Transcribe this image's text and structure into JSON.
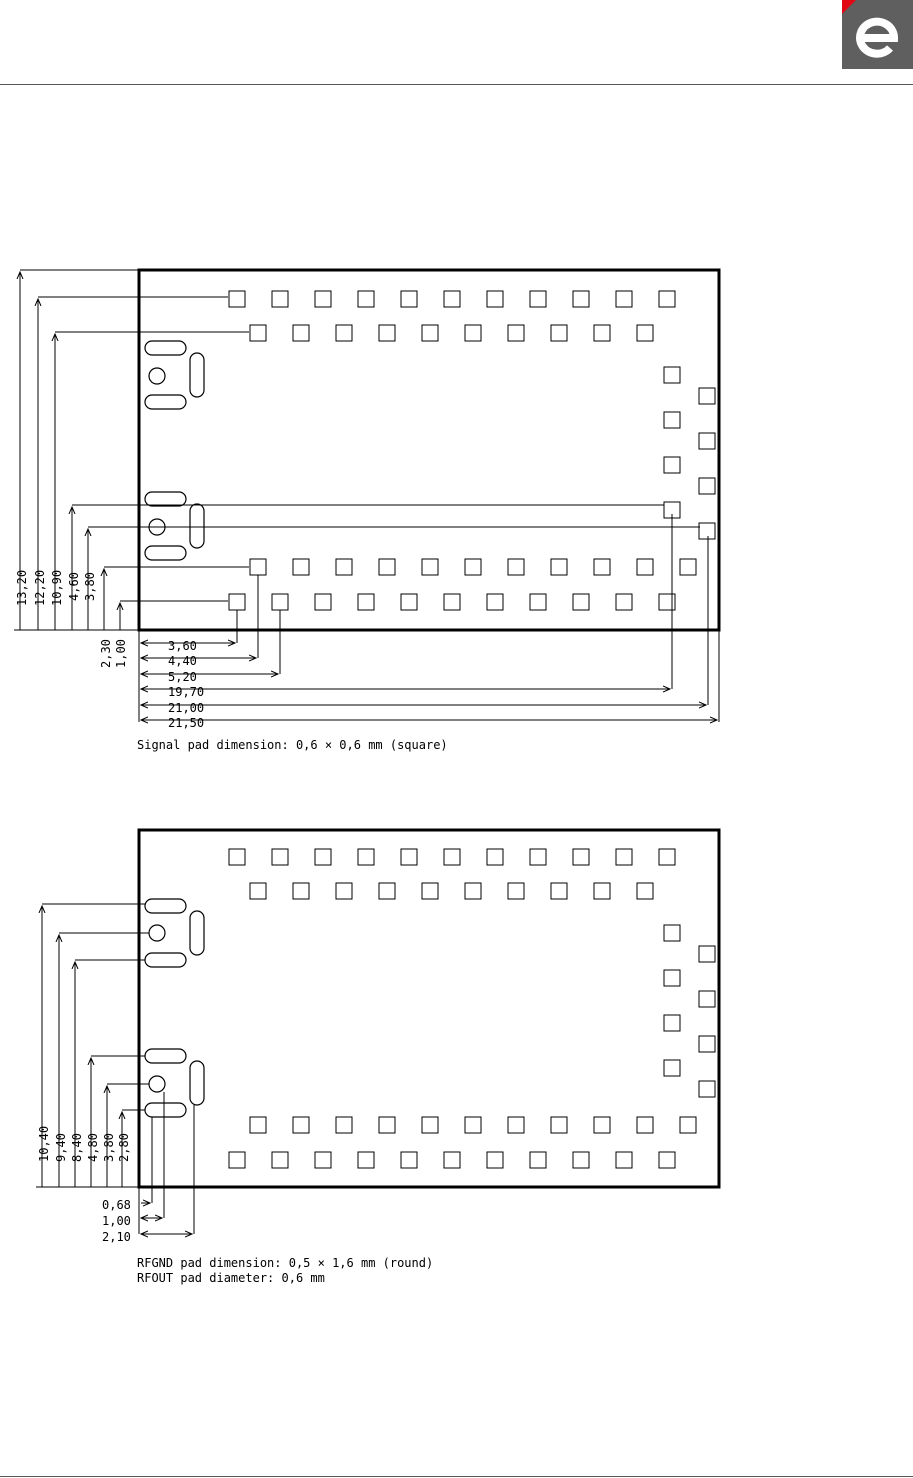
{
  "colors": {
    "logo_bg": "#5f5f5f",
    "logo_accent": "#e30613",
    "line": "#000000"
  },
  "logo": {
    "icon": "brand-e-logo"
  },
  "figure1": {
    "v_dims": [
      "13,20",
      "12,20",
      "10,90",
      "4,60",
      "3,80",
      "2,30",
      "1,00"
    ],
    "h_dims": [
      "3,60",
      "4,40",
      "5,20",
      "19,70",
      "21,00",
      "21,50"
    ],
    "note": "Signal pad dimension: 0,6 × 0,6 mm (square)"
  },
  "figure2": {
    "v_dims": [
      "10,40",
      "9,40",
      "8,40",
      "4,80",
      "3,80",
      "2,80"
    ],
    "h_dims": [
      "0,68",
      "1,00",
      "2,10"
    ],
    "note_line1": "RFGND pad dimension: 0,5 × 1,6 mm (round)",
    "note_line2": "RFOUT pad diameter: 0,6 mm"
  }
}
